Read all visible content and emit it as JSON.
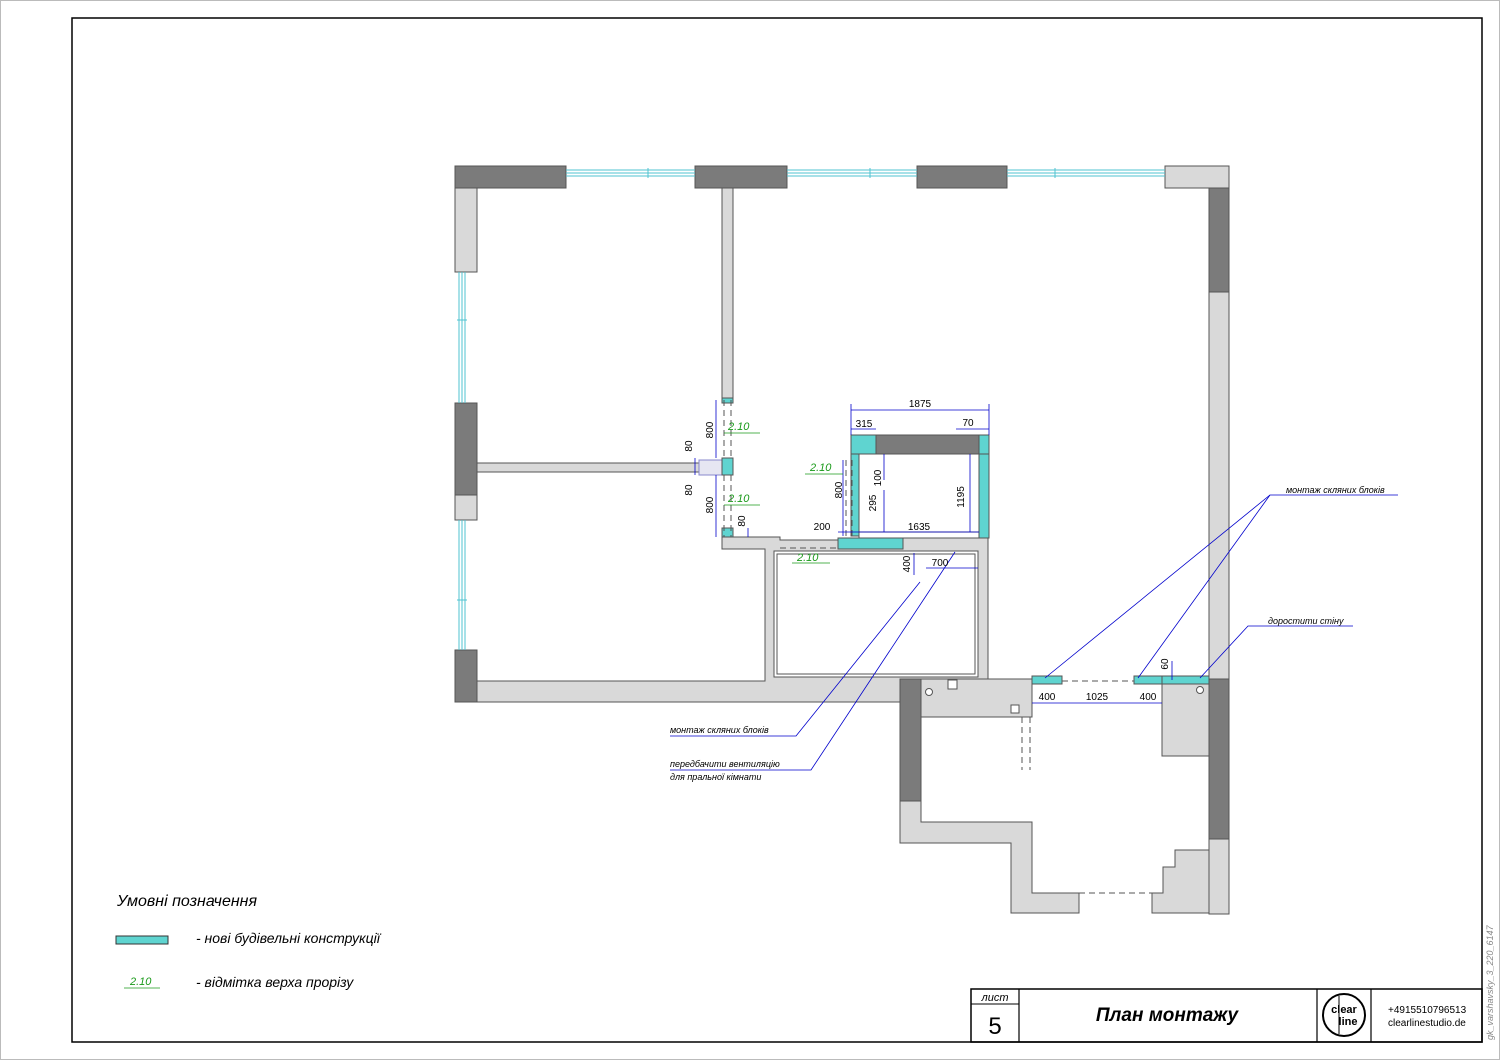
{
  "title_block": {
    "sheet_label": "лист",
    "sheet_number": "5",
    "title": "План монтажу",
    "logo_top": "clear",
    "logo_bottom": "line",
    "phone": "+4915510796513",
    "website": "clearlinestudio.de",
    "drawing_code": "gk_varshavsky_3_220_6147"
  },
  "legend": {
    "heading": "Умовні позначення",
    "new_structures": "- нові будівельні конструкції",
    "mark_sample": "2.10",
    "opening_top_mark": "- відмітка верха прорізу"
  },
  "annotations": {
    "glass_blocks_right": "монтаж скляних блоків",
    "extend_wall": "доростити стіну",
    "glass_blocks_left": "монтаж скляних блоків",
    "ventilation_line1": "передбачити вентиляцію",
    "ventilation_line2": "для пральної кімнати"
  },
  "level_marks": [
    "2.10",
    "2.10",
    "2.10",
    "2.10"
  ],
  "dimensions": {
    "d1875": "1875",
    "d315": "315",
    "d70": "70",
    "d800a": "800",
    "d80a": "80",
    "d80b": "80",
    "d800b": "800",
    "d80c": "80",
    "d800c": "800",
    "d100": "100",
    "d295": "295",
    "d1195": "1195",
    "d200": "200",
    "d1635": "1635",
    "d400v": "400",
    "d700": "700",
    "d60": "60",
    "d400a": "400",
    "d1025": "1025",
    "d400b": "400"
  },
  "colors": {
    "new_construction": "#5fd4d0",
    "wall_dark": "#7b7b7b",
    "wall_light": "#d9d9d9",
    "dimension": "#0000cc",
    "level_mark": "#1a9a1a",
    "window": "#4fc3d0"
  }
}
